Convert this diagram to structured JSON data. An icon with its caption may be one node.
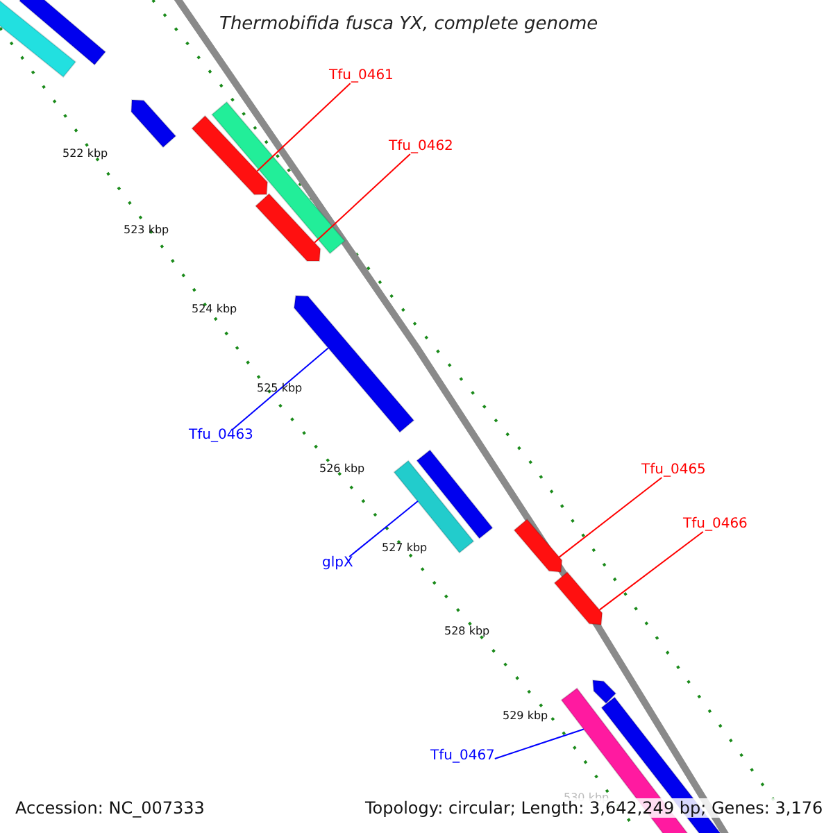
{
  "diagram": {
    "title": "Thermobifida fusca YX, complete genome",
    "nodes": [
      {
        "text": [
          "Tfu_0461"
        ]
      },
      {
        "text": [
          "Tfu_0462"
        ]
      },
      {
        "text": [
          "Tfu_0463"
        ]
      },
      {
        "text": [
          "Tfu_0465"
        ]
      },
      {
        "text": [
          "Tfu_0466"
        ]
      },
      {
        "text": [
          "glpX"
        ]
      },
      {
        "text": [
          "Tfu_0467"
        ]
      },
      {
        "text": [],
        "shape": "bar"
      },
      {
        "text": [],
        "shape": "bar"
      },
      {
        "text": [],
        "shape": "bar"
      },
      {
        "text": [],
        "shape": "bar"
      },
      {
        "text": [],
        "shape": "bar"
      },
      {
        "text": [],
        "shape": "bar"
      },
      {
        "text": [],
        "shape": "bar"
      },
      {
        "text": [],
        "shape": "bar"
      },
      {
        "text": [],
        "shape": "bar"
      },
      {
        "text": [],
        "shape": "bar"
      },
      {
        "text": [],
        "shape": "bar"
      },
      {
        "text": [],
        "shape": "bar"
      },
      {
        "text": [],
        "shape": "bar"
      },
      {
        "text": [],
        "shape": "bar"
      }
    ],
    "edges": [
      {
        "from": 0,
        "to": 7,
        "arrow": "none"
      },
      {
        "from": 1,
        "to": 8,
        "arrow": "none"
      },
      {
        "from": 2,
        "to": 9,
        "arrow": "none",
        "color": "#0000ff"
      },
      {
        "from": 3,
        "to": 11,
        "arrow": "none"
      },
      {
        "from": 4,
        "to": 12,
        "arrow": "none"
      },
      {
        "from": 5,
        "to": 10,
        "arrow": "none",
        "color": "#0000ff"
      },
      {
        "from": 6,
        "to": 13,
        "arrow": "none",
        "color": "#0000ff"
      }
    ],
    "labels": [
      "522 kbp",
      "523 kbp",
      "524 kbp",
      "525 kbp",
      "526 kbp",
      "527 kbp",
      "528 kbp",
      "529 kbp",
      "530 kbp",
      "Accession: NC_007333",
      "Topology: circular; Length: 3,642,249 bp; Genes: 3,176"
    ]
  }
}
